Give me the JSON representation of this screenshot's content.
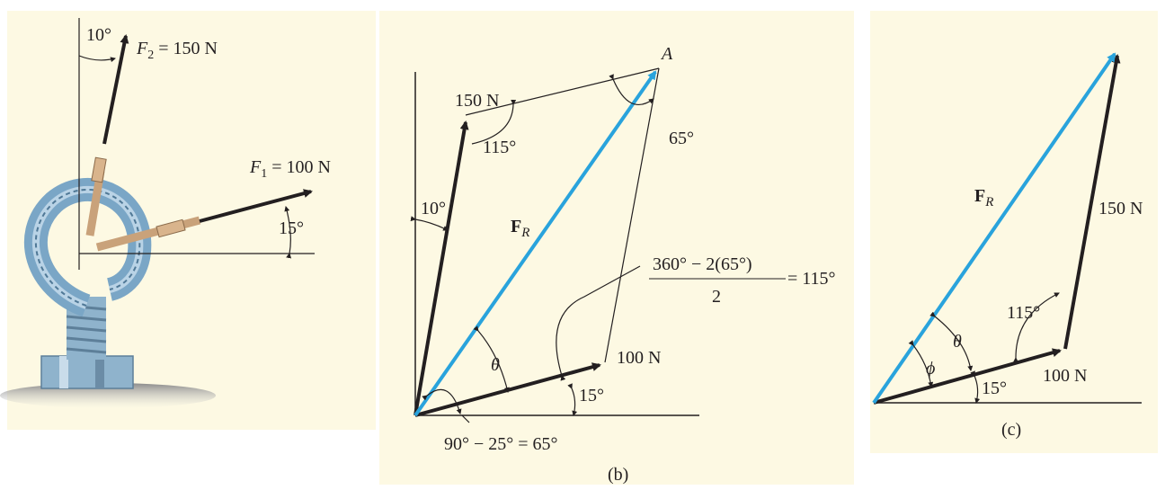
{
  "panel_a": {
    "f2_name": "F",
    "f2_sub": "2",
    "f2_rest": " = 150 N",
    "angle_f2": "10°",
    "f1_name": "F",
    "f1_sub": "1",
    "f1_rest": " = 100 N",
    "angle_f1": "15°"
  },
  "panel_b": {
    "caption": "(b)",
    "point_a": "A",
    "label_150": "150 N",
    "label_100": "100 N",
    "angle_115_top": "115°",
    "angle_65_top": "65°",
    "angle_10": "10°",
    "angle_15": "15°",
    "theta": "θ",
    "fr_name": "F",
    "fr_sub": "R",
    "formula_num": "360° − 2(65°)",
    "formula_den": "2",
    "formula_result": "= 115°",
    "bottom_formula": "90° − 25° = 65°"
  },
  "panel_c": {
    "caption": "(c)",
    "label_150": "150 N",
    "label_100": "100 N",
    "angle_115": "115°",
    "angle_15": "15°",
    "theta": "θ",
    "phi": "ϕ",
    "fr_name": "F",
    "fr_sub": "R"
  },
  "colors": {
    "panel_bg": "#fdf9e3",
    "resultant": "#29a3dc",
    "force": "#231f20"
  }
}
